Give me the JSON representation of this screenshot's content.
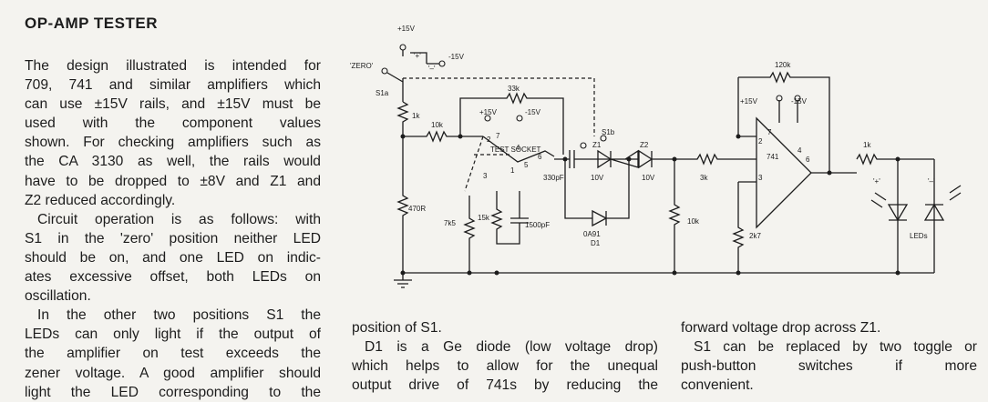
{
  "article": {
    "title": "OP-AMP TESTER",
    "left_column": [
      "The design illustrated is intended for",
      "709, 741 and similar amplifiers which",
      "can use ±15V rails, and ±15V must be",
      "used with the component values",
      "shown. For checking amplifiers such as",
      "the CA 3130 as well, the rails would",
      "have to be dropped to ±8V and Z1 and",
      "Z2 reduced accordingly.",
      "Circuit operation is as follows: with",
      "S1 in the 'zero' position neither LED",
      "should be on, and one LED on indic-",
      "ates excessive offset, both LEDs on",
      "oscillation.",
      "In the other two positions S1 the",
      "LEDs can only light if the output of",
      "the amplifier on test exceeds the",
      "zener voltage. A good amplifier should",
      "light the LED corresponding to the"
    ],
    "middle_column": [
      "position of S1.",
      "D1 is a Ge diode (low voltage drop)",
      "which helps to allow for the unequal",
      "output drive of 741s by reducing the"
    ],
    "right_column": [
      "forward voltage drop across Z1.",
      "S1 can be replaced by two toggle or",
      "push-button switches if more",
      "convenient."
    ]
  },
  "schematic": {
    "labels": {
      "plus15_top": "+15V",
      "minus15_top": "-15V",
      "zero": "'ZERO'",
      "s1a": "S1a",
      "plus_pos": "'+'",
      "minus_pos": "'–'",
      "r_1k_a": "1k",
      "r_10k_a": "10k",
      "r_33k": "33k",
      "plus15_socket": "+15V",
      "minus15_socket": "-15V",
      "test_socket": "TEST\nSOCKET",
      "pin2": "2",
      "pin7": "7",
      "pin4": "4",
      "pin6": "6",
      "pin3": "3",
      "pin1": "1",
      "pin5": "5",
      "s1b": "S1b",
      "z1": "Z1",
      "z2": "Z2",
      "c330": "330pF",
      "z1_v": "10V",
      "z2_v": "10V",
      "r_3k": "3k",
      "r_10k_b": "10k",
      "d1_part": "0A91",
      "d1": "D1",
      "r_470r": "470R",
      "r_7k5": "7k5",
      "r_15k": "15k",
      "c1500": "1500pF",
      "r_120k": "120k",
      "plus15_amp": "+15V",
      "minus15_amp": "-15V",
      "amp_pin2": "2",
      "amp_pin7": "7",
      "amp_pin4": "4",
      "amp_pin6": "6",
      "amp_pin3": "3",
      "amp_name": "741",
      "r_2k7": "2k7",
      "r_1k_b": "1k",
      "led_plus": "'+'",
      "led_minus": "'–'",
      "leds": "LEDs"
    }
  }
}
